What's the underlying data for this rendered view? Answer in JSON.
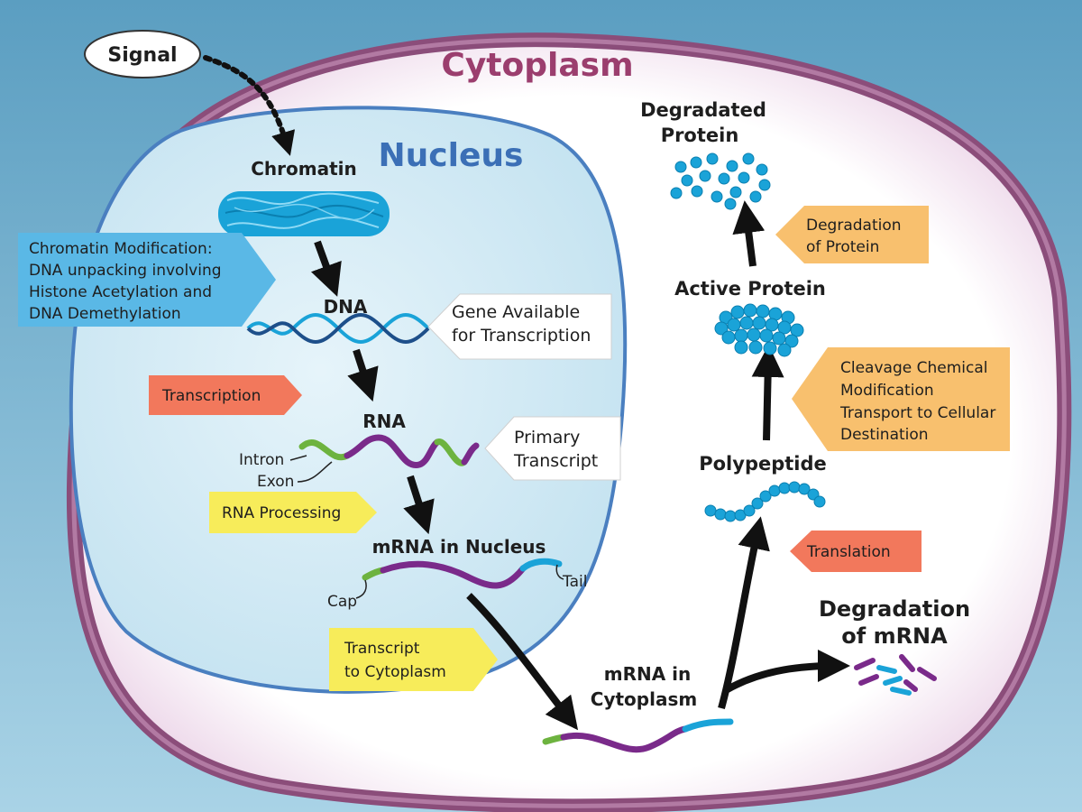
{
  "labels": {
    "signal": "Signal",
    "cytoplasm": "Cytoplasm",
    "nucleus": "Nucleus",
    "chromatin": "Chromatin",
    "dna": "DNA",
    "rna": "RNA",
    "intron": "Intron",
    "exon": "Exon",
    "mrna_nucleus": "mRNA in Nucleus",
    "cap": "Cap",
    "tail": "Tail",
    "mrna_cytoplasm_1": "mRNA in",
    "mrna_cytoplasm_2": "Cytoplasm",
    "degradation_mrna_1": "Degradation",
    "degradation_mrna_2": "of mRNA",
    "polypeptide": "Polypeptide",
    "active_protein": "Active Protein",
    "degraded_protein_1": "Degradated",
    "degraded_protein_2": "Protein"
  },
  "callouts": {
    "chromatin_mod": [
      "Chromatin Modification:",
      "DNA unpacking involving",
      "Histone Acetylation and",
      "DNA Demethylation"
    ],
    "gene_available": [
      "Gene Available",
      "for Transcription"
    ],
    "transcription": "Transcription",
    "primary_transcript": [
      "Primary",
      "Transcript"
    ],
    "rna_processing": "RNA Processing",
    "transcript_to_cyto": [
      "Transcript",
      "to Cytoplasm"
    ],
    "translation": "Translation",
    "cleavage": [
      "Cleavage Chemical",
      "Modification",
      "Transport to Cellular",
      "Destination"
    ],
    "degradation_protein": [
      "Degradation",
      "of Protein"
    ]
  },
  "colors": {
    "background": "#6aa9c9",
    "cell_membrane": "#8b4d7a",
    "nucleus_fill": "#d4ebf5",
    "nucleus_border": "#4a7fc0",
    "cytoplasm_title": "#9b3e6e",
    "nucleus_title": "#3b6fb6",
    "blue_callout": "#5ab8e6",
    "orange_callout": "#f2785c",
    "yellow_callout": "#f7ec5a",
    "peach_callout": "#f8c06e",
    "molecule": "#1aa3d8",
    "rna_purple": "#7a2a8a",
    "rna_green": "#6db33f"
  }
}
